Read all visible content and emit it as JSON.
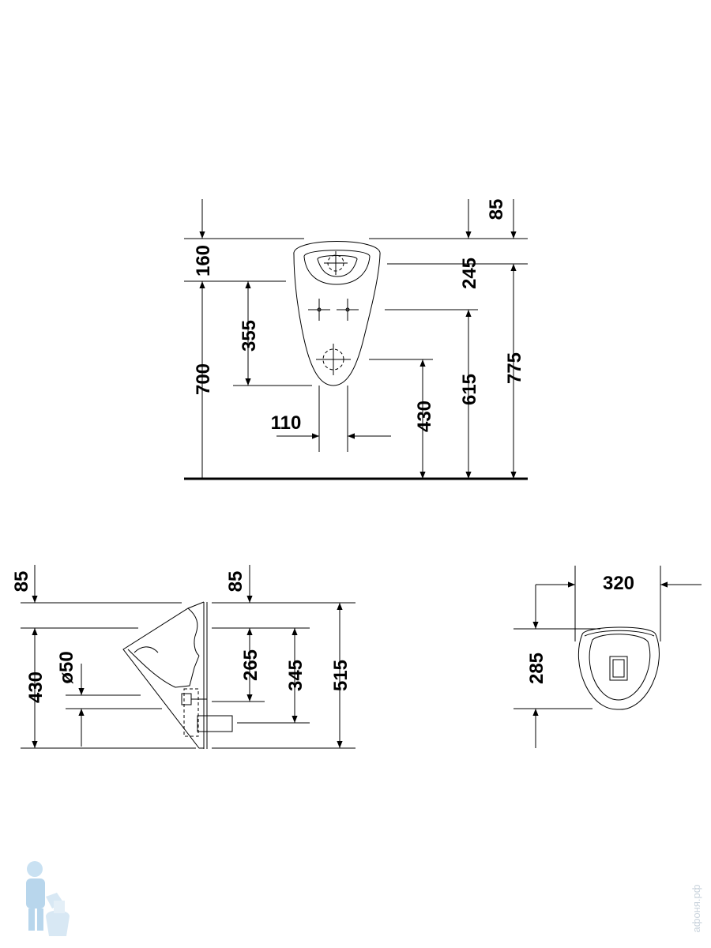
{
  "front_view": {
    "dims": {
      "top_left": "160",
      "top_right": "85",
      "rim": "245",
      "holes": "355",
      "total_left": "700",
      "outlet_width": "110",
      "outlet_height": "430",
      "inlet_height": "615",
      "total_right": "775"
    }
  },
  "side_view": {
    "dims": {
      "top_left": "85",
      "top_mid": "85",
      "height_left": "430",
      "pipe": "ø50",
      "inner": "265",
      "outlet": "345",
      "total": "515"
    }
  },
  "top_view": {
    "dims": {
      "width": "320",
      "depth": "285"
    }
  },
  "watermark": {
    "text": "афоня.рф",
    "logo": "plumber-mascot-logo"
  }
}
